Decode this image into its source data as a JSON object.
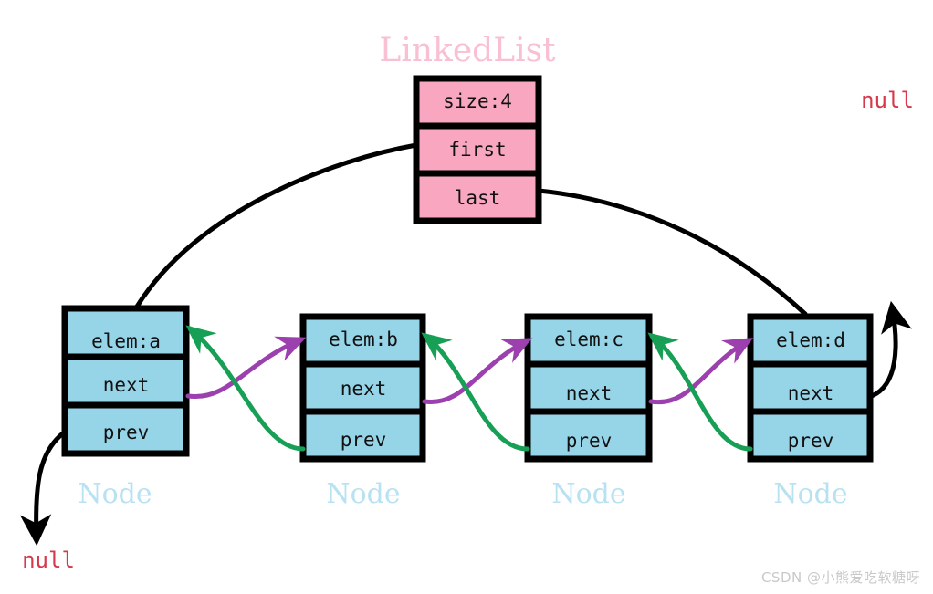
{
  "diagram": {
    "title": "LinkedList",
    "title_color": "#F9C0D3",
    "node_label": "Node",
    "node_label_color": "#B8E2F2",
    "null_label": "null",
    "null_color": "#D6394B",
    "header_box": {
      "fill": "#F9A7C0",
      "stroke": "#000000",
      "fields": [
        "size:4",
        "first",
        "last"
      ]
    },
    "node_box": {
      "fill": "#96D4E8",
      "stroke": "#000000",
      "fields": [
        "elem",
        "next",
        "prev"
      ]
    },
    "nodes": [
      {
        "elem": "elem:a",
        "next": "next",
        "prev": "prev",
        "label": "Node"
      },
      {
        "elem": "elem:b",
        "next": "next",
        "prev": "prev",
        "label": "Node"
      },
      {
        "elem": "elem:c",
        "next": "next",
        "prev": "prev",
        "label": "Node"
      },
      {
        "elem": "elem:d",
        "next": "next",
        "prev": "prev",
        "label": "Node"
      }
    ],
    "nulls": [
      {
        "name": "tail-null",
        "text": "null"
      },
      {
        "name": "head-null",
        "text": "null"
      }
    ],
    "arrows": {
      "next_color": "#9C3FAF",
      "prev_color": "#17A055",
      "reference_color": "#000000"
    },
    "legend_semantics": {
      "first_pointer": "first",
      "last_pointer": "last",
      "size_value": "4"
    }
  },
  "watermark": {
    "text": "CSDN @小熊爱吃软糖呀"
  }
}
